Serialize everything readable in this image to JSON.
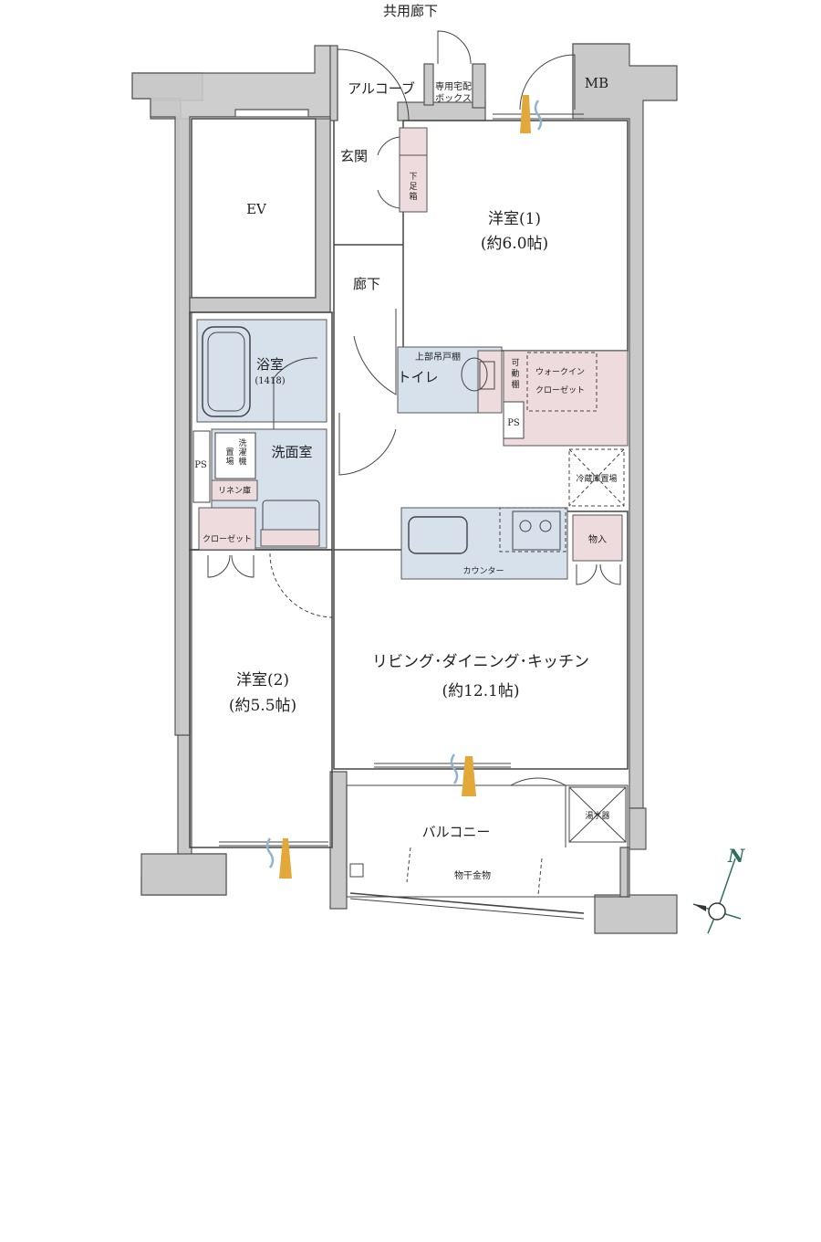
{
  "labels": {
    "corridor_common": "共用廊下",
    "alcove": "アルコーブ",
    "delivery_box": [
      "専用宅配",
      "ボックス"
    ],
    "mb": "MB",
    "ev": "EV",
    "entrance": "玄関",
    "shoe_box": [
      "下",
      "足",
      "箱"
    ],
    "hallway": "廊下",
    "western1_name": "洋室(1)",
    "western1_size": "(約6.0帖)",
    "bath_name": "浴室",
    "bath_size": "(1418)",
    "upper_cabinet": "上部吊戸棚",
    "toilet": "トイレ",
    "adjustable_shelf": [
      "可",
      "動",
      "棚"
    ],
    "walkin_closet": [
      "ウォークイン",
      "クローゼット"
    ],
    "ps_right": "PS",
    "ps_left": "PS",
    "washing_machine": [
      "洗",
      "濯",
      "機",
      "置",
      "場"
    ],
    "washroom": "洗面室",
    "linen": "リネン庫",
    "closet": "クローゼット",
    "fridge": "冷蔵庫置場",
    "storage": "物入",
    "counter": "カウンター",
    "ldk_name": "リビング･ダイニング･キッチン",
    "ldk_size": "(約12.1帖)",
    "western2_name": "洋室(2)",
    "western2_size": "(約5.5帖)",
    "balcony": "バルコニー",
    "water_heater": "湯水器",
    "clothes_hanger": "物干金物",
    "compass": "N"
  },
  "colors": {
    "wall": "#c9c9c9",
    "wet_area": "#d6e1ec",
    "storage_area": "#eedbde",
    "ventilation_warm": "#e2a93a",
    "ventilation_cool": "#8fb3cf",
    "compass": "#2f6f5f"
  },
  "icons": {
    "compass": "compass-icon",
    "ventilation": "airflow-icon",
    "door": "door-swing-icon"
  }
}
